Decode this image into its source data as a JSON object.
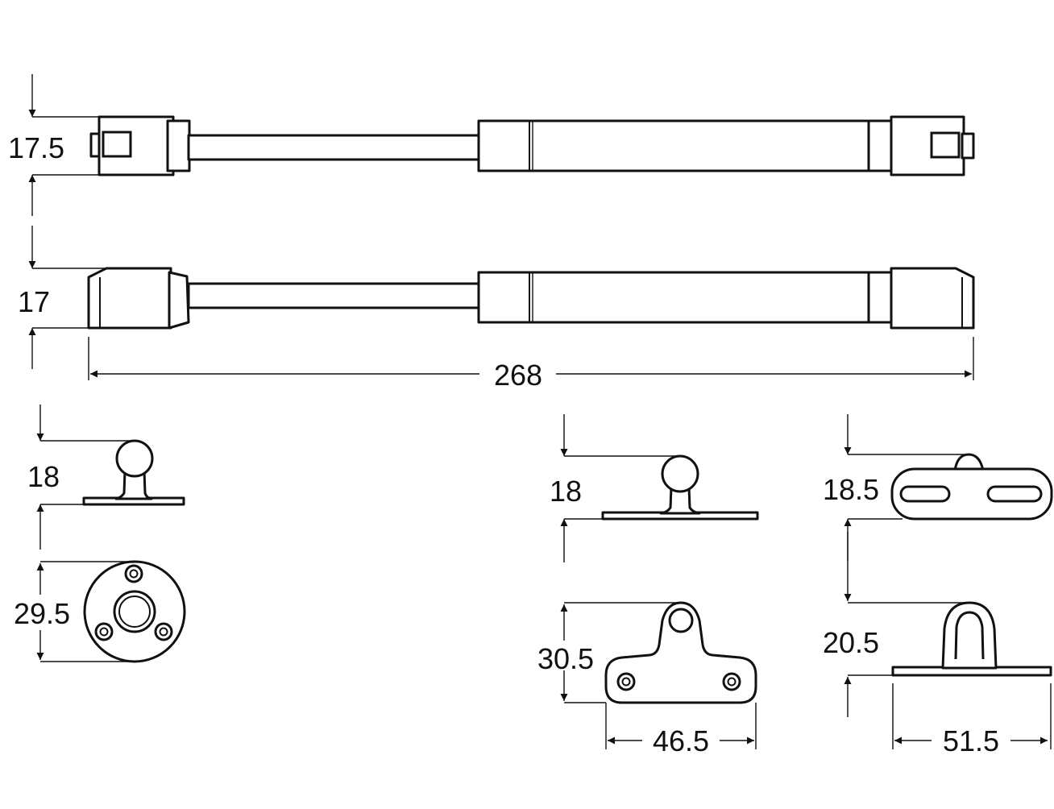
{
  "diagram": {
    "colors": {
      "line": "#111111",
      "background": "#ffffff"
    },
    "dimensions": {
      "strut_extended_height": "17.5",
      "strut_height": "17",
      "strut_length": "268",
      "ball_mount_height": "18",
      "round_plate_diameter": "29.5",
      "bracket_ball_height": "18",
      "bracket_height": "30.5",
      "bracket_width": "46.5",
      "slotted_height": "18.5",
      "eye_height": "20.5",
      "eye_plate_width": "51.5"
    }
  }
}
